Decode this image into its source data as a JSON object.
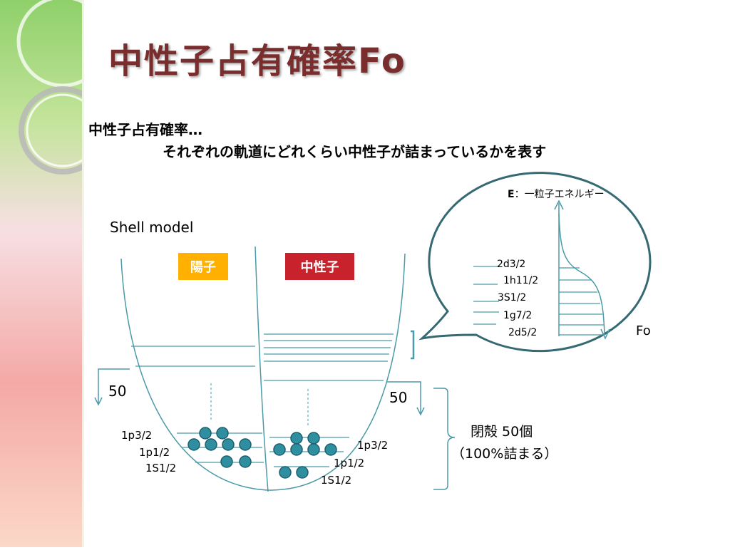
{
  "colors": {
    "title": "#7a2d2d",
    "curve": "#4b9aa8",
    "bubble_border": "#356a73",
    "nucleon": "#2f8fa0",
    "nucleon_edge": "#1d5f6c",
    "proton_badge": "#ffb000",
    "neutron_badge": "#c8232c"
  },
  "title": "中性子占有確率Fo",
  "definition": {
    "heading": "中性子占有確率…",
    "body": "それぞれの軌道にどれくらい中性子が詰まっているかを表す"
  },
  "diagram": {
    "model_label": "Shell model",
    "proton_label": "陽子",
    "neutron_label": "中性子",
    "proton_count": "50",
    "neutron_count": "50",
    "proton_levels": [
      "1p3/2",
      "1p1/2",
      "1S1/2"
    ],
    "neutron_levels": [
      "1p3/2",
      "1p1/2",
      "1S1/2"
    ],
    "closed_shell": "閉殻 50個",
    "closed_shell_note": "（100%詰まる）"
  },
  "bubble": {
    "axis_e_bold": "E",
    "axis_e_rest": "：一粒子エネルギー",
    "axis_fo": "Fo",
    "levels": [
      "2d3/2",
      "1h11/2",
      "3S1/2",
      "1g7/2",
      "2d5/2"
    ]
  }
}
